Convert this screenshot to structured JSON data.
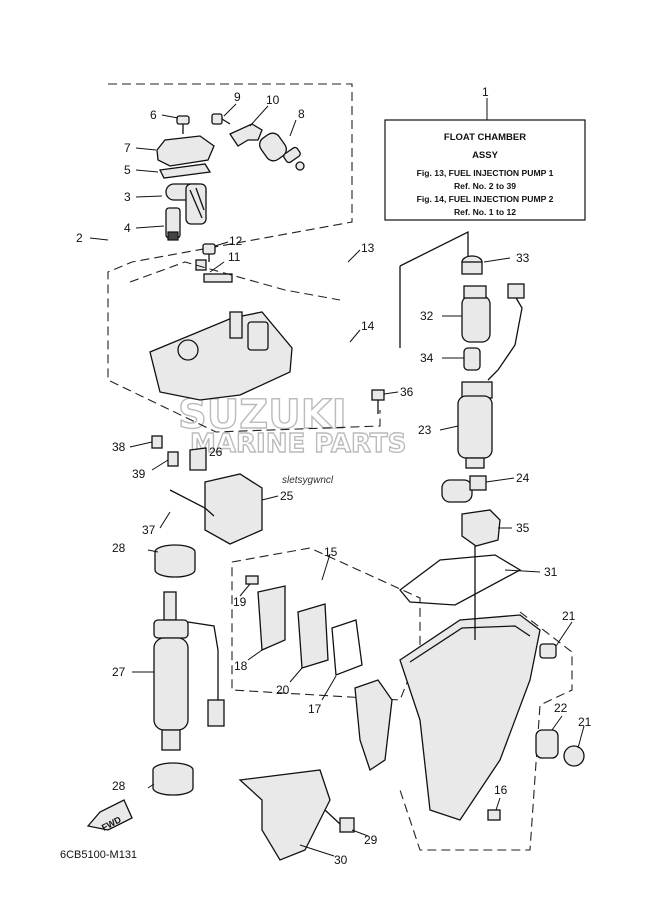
{
  "info_box": {
    "ref_number": "1",
    "title": "FLOAT CHAMBER",
    "subtitle": "ASSY",
    "lines": [
      "Fig. 13, FUEL INJECTION PUMP 1",
      "Ref. No. 2 to 39",
      "Fig. 14, FUEL INJECTION PUMP 2",
      "Ref. No. 1 to 12"
    ]
  },
  "labels": [
    "1",
    "2",
    "3",
    "4",
    "5",
    "6",
    "7",
    "8",
    "9",
    "10",
    "11",
    "12",
    "13",
    "14",
    "15",
    "16",
    "17",
    "18",
    "19",
    "20",
    "21",
    "21",
    "22",
    "23",
    "24",
    "25",
    "26",
    "27",
    "28",
    "28",
    "29",
    "30",
    "31",
    "32",
    "33",
    "34",
    "35",
    "36",
    "37",
    "38",
    "39"
  ],
  "fwd_label": "FWD",
  "diagram_code": "6CB5100-M131",
  "watermark": {
    "line1": "SUZUKI",
    "line2": "MARINE PARTS",
    "line3": "sletsygwncl"
  }
}
